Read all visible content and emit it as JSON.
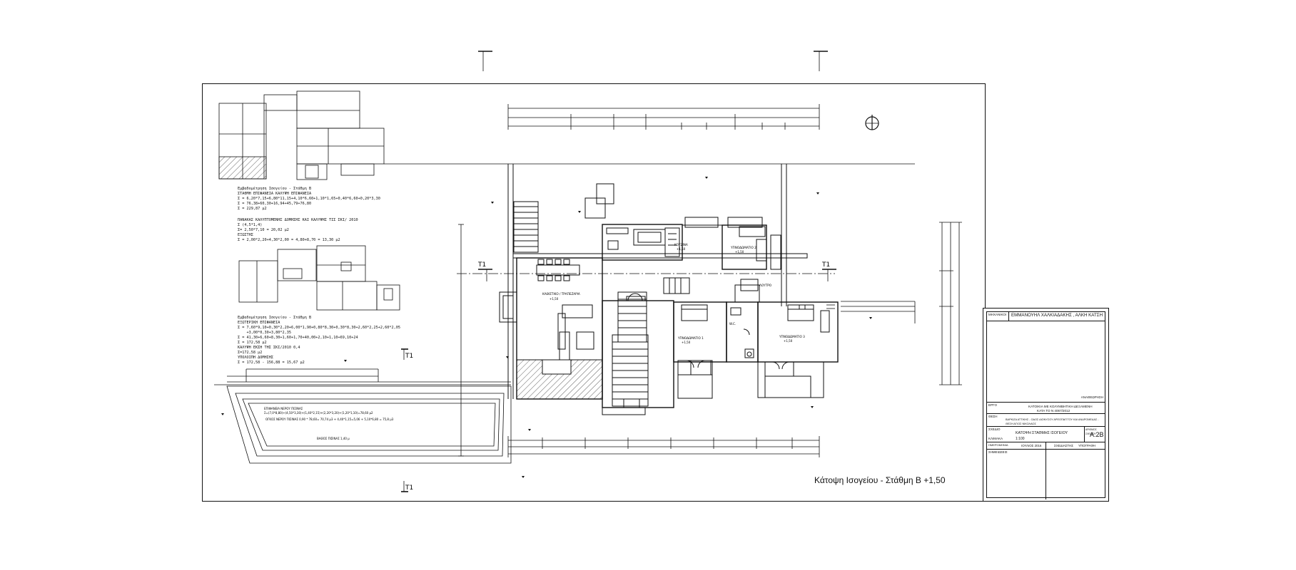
{
  "drawing": {
    "title": "Κάτοψη Ισογείου - Στάθμη Β +1,50",
    "section_marks": [
      "Τ1",
      "Τ1",
      "Τ1",
      "Τ1"
    ]
  },
  "area_notes": {
    "note_1": "Εμβαδομέτρηση Ισογείου - Στάθμη Β\nΣΤΑΘΜΗ ΕΠΙΦΑΝΕΙΑ ΚΑΛΥΨΗ ΕΠΙΦΑΝΕΙΑ\nΣ = 6,20*7,15+6,80*11,15+4,10*6,60+1,10*1,65+0,40*6,60+0,20*3,30\nΣ = 76,38+60,30+16,94+45,79+76,80\nΣ = 229,87 μ2",
    "note_2": "ΠΑΝΑΚΑΣ ΚΑΛΥΠΤΟΜΕΝΗΣ ΔΟΜΗΣΗΣ ΚΑΙ ΚΑΛΥΨΗΣ ΤΙΣ ΣΚΙ/ 2010\nΣ (4,5*1,4)\nΣ= 2,50*7,10 = 20,02 μ2\nΕΞΩΣΤΗΣ\nΣ = 2,00*2,20+4,30*2,00 = 4,80+8,70 = 13,30 μ2",
    "note_3": "Εμβαδομέτρηση Ισογείου - Στάθμη Β\nΕΞΩΤΕΡΙΚΗ ΕΠΙΦΑΝΕΙΑ\nΣ = 7,60*9,10+0,30*2,20+6,00*1,90+0,80*8,30+0,30*8,30+2,60*2,25+2,60*2,05\n    +3,00*0,30+3,80*2,35\nΣ = 41,30+6,60+8,30+1,60+1,70+40,00+2,10+1,10+69,10+24\nΣ = 172,58 μ2\nΚΑΛΥΨΗ ΕΚΣΗ ΤΗΣ ΣΚΙ/2010 0,4\nΣ=172,58 μ2\nΥΠΟΛΟΙΠΗ ΔΟΜΗΣΗΣ\nΣ = 172,58 - 156,88 = 15,67 μ2"
  },
  "pool_notes": {
    "note_1": "ΕΠΙΦΑΝΕΙΑ ΝΕΡΟΥ ΠΙΣΙΝΑΣ",
    "note_2": "Σ=(7,0*8,80)+(4,50*3,30)+(1,40*2,15)+(2,20*3,20)+(1,20*1,10)=78,60 μ2",
    "note_3": "ΟΓΚΟΣ ΝΕΡΟΥ ΠΙΣΙΝΑΣ 0,90 * 78,60= 70,74 μ3 + 4,40*1,15=5,06 + 5,10*6,80 = 75,8 μ3",
    "note_4": "ΒΑΘΟΣ ΠΙΣΙΝΑΣ 1,40 μ"
  },
  "rooms": {
    "dining": "ΚΑΘΙΣΤΙΚΟ / ΤΡΑΠΕΖΑΡΙΑ",
    "dining_lvl": "+1,50",
    "kitchen": "ΚΟΥΖΙΝΑ",
    "kitchen_lvl": "+1,50",
    "bedroom_1": "ΥΠΝΟΔΩΜΑΤΙΟ 1",
    "bedroom_1_lvl": "+1,50",
    "bedroom_2": "ΥΠΝΟΔΩΜΑΤΙΟ 2",
    "bedroom_2_lvl": "+1,50",
    "bedroom_3": "ΥΠΝΟΔΩΜΑΤΙΟ 3",
    "bedroom_3_lvl": "+1,50",
    "wc": "W.C.",
    "bath": "ΛΟΥΤΡΟ"
  },
  "title_block": {
    "owner_label": "ΜΗΧΑΝΙΚΟΙ",
    "owner_value": "ΕΜΜΑΝΟΥΗΛ ΧΑΛΚΙΑΔΑΚΗΣ , ΑΛΚΗ ΚΑΤΣΗ",
    "revisions_label": "ΑΝΑΘΕΩΡΗΣΗ",
    "project_label": "ΕΡΓΟ",
    "project_value_1": "ΚΑΤΟΙΚΙΑ ΜΕ ΚΟΛΥΜΒΗΤΙΚΗ ΔΕΞΑΜΕΝΗ",
    "project_value_2": "ΚΑΤΑ ΤΟ Ν 4067/2012",
    "client_label": "ΘΕΣΗ",
    "client_value": "ΒΑΡΚΙΖΑ ΑΤΤΙΚΗΣ - ΟΔΟΣ ΔΙΟΝΥΣΟΥ ΑΡΕΟΠΑΓΙΤΟΥ ΚΑΙ ΑΝΔΡΟΜΕΔΑΣ - ΘΕΣΗ ΑΓΙΟΣ ΝΙΚΟΛΑΟΣ",
    "drawing_label": "ΣΧΕΔΙΟ",
    "drawing_value": "ΚΑΤΟΨΗ ΣΤΑΘΜΗΣ ΙΣΟΓΕΙΟΥ",
    "drawing_no_label": "ΑΡΙΘΜΟΣ ΣΧΕΔΙΟΥ",
    "drawing_no": "Α.2Β",
    "scale_label": "ΚΛΙΜΑΚΑ",
    "scale_value": "1:100",
    "date_label": "ΗΜΕΡΟΜΗΝΙΑ",
    "date_value": "ΙΟΥΛΙΟΣ 2016",
    "sign_label": "ΣΧΕΔΙΑΣΤΗΣ",
    "sign_value": "ΥΠΟΓΡΑΦΗ",
    "notes_label": "ΣΗΜΕΙΩΣΕΙΣ"
  }
}
